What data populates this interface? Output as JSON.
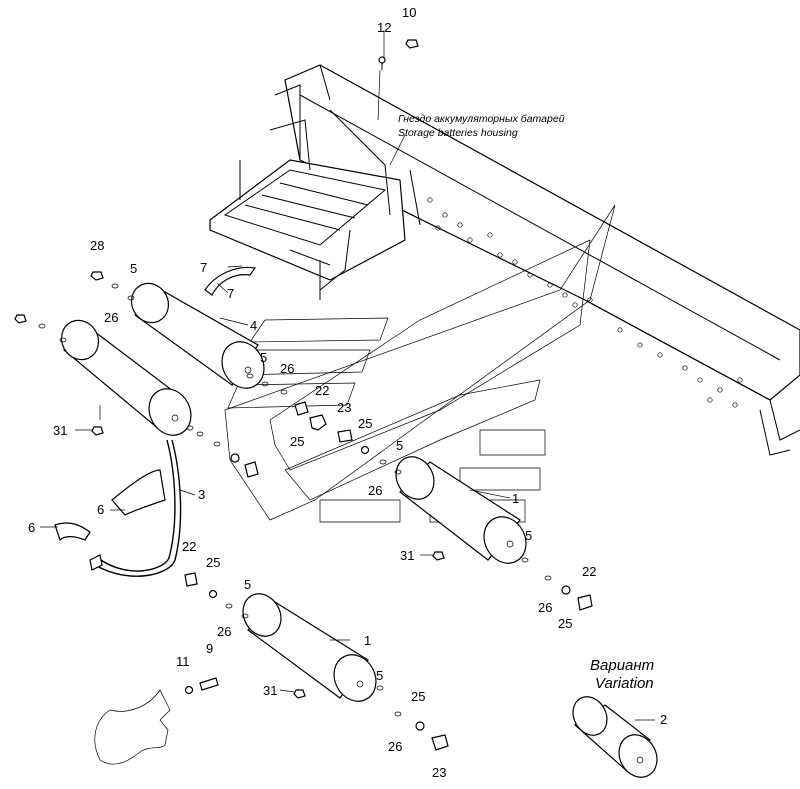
{
  "captions": {
    "housing_ru": "Гнездо аккумуляторных батарей",
    "housing_en": "Storage batteries housing",
    "variant_ru": "Вариант",
    "variant_en": "Variation"
  },
  "callouts": {
    "c10": "10",
    "c12": "12",
    "c28": "28",
    "c5a": "5",
    "c26a": "26",
    "c7a": "7",
    "c7b": "7",
    "c4": "4",
    "c5b": "5",
    "c26b": "26",
    "c22a": "22",
    "c23a": "23",
    "c25a": "25",
    "c31a": "31",
    "c25b": "25",
    "c5c": "5",
    "c26c": "26",
    "c3": "3",
    "c6a": "6",
    "c6b": "6",
    "c1a": "1",
    "c31b": "31",
    "c5d": "5",
    "c22b": "22",
    "c26d": "26",
    "c25c": "25",
    "c22c": "22",
    "c25d": "25",
    "c5e": "5",
    "c26e": "26",
    "c1b": "1",
    "c11": "11",
    "c9": "9",
    "c31c": "31",
    "c5f": "5",
    "c25e": "25",
    "c26f": "26",
    "c23b": "23",
    "c2": "2"
  }
}
